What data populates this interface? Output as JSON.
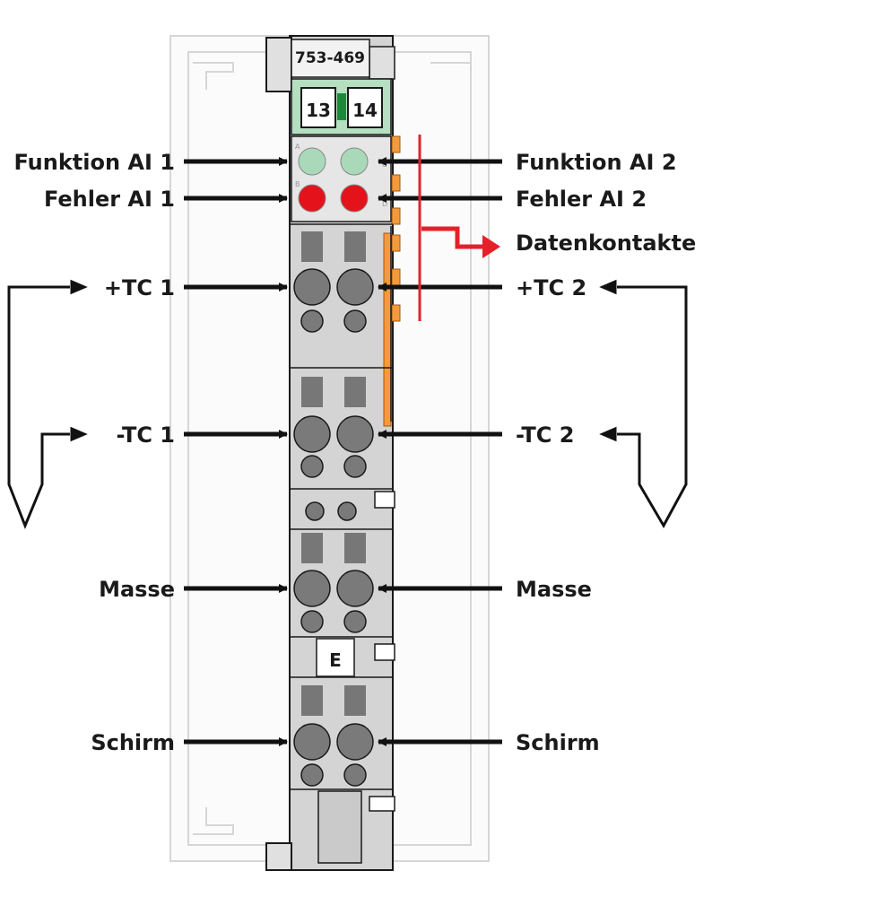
{
  "module": {
    "part_number": "753-469",
    "tag_left": "13",
    "tag_right": "14",
    "slot_marker": "E",
    "led_row_a": "A",
    "led_row_b": "B",
    "led_row_c": "C",
    "led_row_d": "D"
  },
  "labels": {
    "funktion_ai1": "Funktion AI 1",
    "fehler_ai1": "Fehler AI 1",
    "tc1_plus": "+TC 1",
    "tc1_minus": "-TC 1",
    "masse_left": "Masse",
    "schirm_left": "Schirm",
    "funktion_ai2": "Funktion AI 2",
    "fehler_ai2": "Fehler AI 2",
    "datenkontakte": "Datenkontakte",
    "tc2_plus": "+TC 2",
    "tc2_minus": "-TC 2",
    "masse_right": "Masse",
    "schirm_right": "Schirm"
  },
  "colors": {
    "led_function": "#a9d9b9",
    "led_error": "#e3121b",
    "tag_green": "#b5dfc0",
    "data_arrow": "#e4202a",
    "data_contact": "#f39a3d"
  }
}
